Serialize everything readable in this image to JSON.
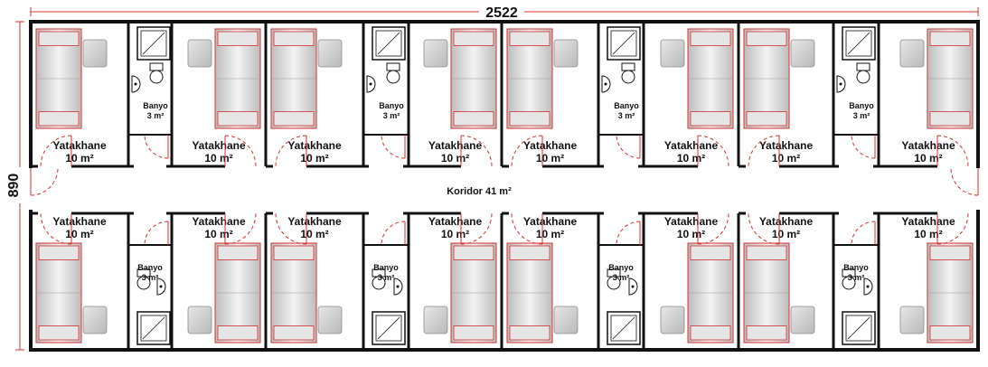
{
  "dimensions": {
    "width": "2522",
    "depth": "890"
  },
  "corridor": {
    "name": "Koridor 41 m²"
  },
  "top_rooms": [
    {
      "name": "Yatakhane",
      "area": "10 m²"
    },
    {
      "name": "Yatakhane",
      "area": "10 m²"
    },
    {
      "name": "Yatakhane",
      "area": "10 m²"
    },
    {
      "name": "Yatakhane",
      "area": "10 m²"
    },
    {
      "name": "Yatakhane",
      "area": "10 m²"
    },
    {
      "name": "Yatakhane",
      "area": "10 m²"
    },
    {
      "name": "Yatakhane",
      "area": "10 m²"
    },
    {
      "name": "Yatakhane",
      "area": "10 m²"
    }
  ],
  "bottom_rooms": [
    {
      "name": "Yatakhane",
      "area": "10 m²"
    },
    {
      "name": "Yatakhane",
      "area": "10 m²"
    },
    {
      "name": "Yatakhane",
      "area": "10 m²"
    },
    {
      "name": "Yatakhane",
      "area": "10 m²"
    },
    {
      "name": "Yatakhane",
      "area": "10 m²"
    },
    {
      "name": "Yatakhane",
      "area": "10 m²"
    },
    {
      "name": "Yatakhane",
      "area": "10 m²"
    },
    {
      "name": "Yatakhane",
      "area": "10 m²"
    }
  ],
  "top_baths": [
    {
      "name": "Banyo",
      "area": "3 m²"
    },
    {
      "name": "Banyo",
      "area": "3 m²"
    },
    {
      "name": "Banyo",
      "area": "3 m²"
    },
    {
      "name": "Banyo",
      "area": "3 m²"
    }
  ],
  "bottom_baths": [
    {
      "name": "Banyo",
      "area": "3 m²"
    },
    {
      "name": "Banyo",
      "area": "3 m²"
    },
    {
      "name": "Banyo",
      "area": "3 m²"
    },
    {
      "name": "Banyo",
      "area": "3 m²"
    }
  ],
  "colors": {
    "wall": "#111111",
    "accent": "#d32f2f",
    "furniture": "#cfcfcf"
  }
}
